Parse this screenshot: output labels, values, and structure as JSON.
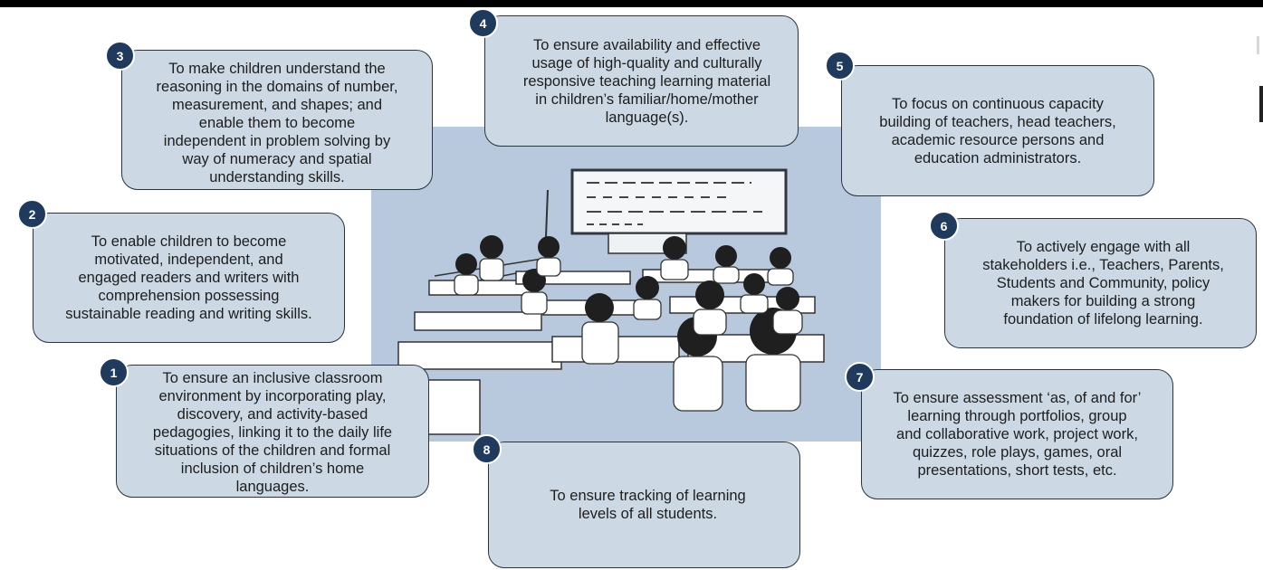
{
  "goals": [
    {
      "number": "1",
      "text": "To ensure an inclusive classroom\nenvironment by incorporating play,\ndiscovery, and activity-based\npedagogies, linking it to the daily life\nsituations of the children and formal\ninclusion of children’s home\nlanguages."
    },
    {
      "number": "2",
      "text": "To enable children to become\nmotivated, independent, and\nengaged readers and writers with\ncomprehension possessing\nsustainable reading and writing skills."
    },
    {
      "number": "3",
      "text": "To make children understand the\nreasoning in the domains of number,\nmeasurement, and shapes; and\nenable them to become\nindependent in problem solving by\nway of numeracy and spatial\nunderstanding skills."
    },
    {
      "number": "4",
      "text": "To ensure availability and effective\nusage of high-quality and culturally\nresponsive teaching learning material\nin children’s familiar/home/mother\nlanguage(s)."
    },
    {
      "number": "5",
      "text": "To focus on continuous capacity\nbuilding of teachers, head teachers,\nacademic resource persons and\neducation administrators."
    },
    {
      "number": "6",
      "text": "To actively engage with all\nstakeholders i.e., Teachers, Parents,\nStudents and Community, policy\nmakers for building a strong\nfoundation of lifelong learning."
    },
    {
      "number": "7",
      "text": "To ensure assessment ‘as, of and for’\nlearning through portfolios, group\nand collaborative work, project work,\nquizzes, role plays, games, oral\npresentations, short tests, etc."
    },
    {
      "number": "8",
      "text": "To ensure tracking of learning\nlevels of all students."
    }
  ],
  "colors": {
    "box_fill": "#ccd9e5",
    "box_border": "#2a3340",
    "badge_fill": "#1f3a5c",
    "scene_background": "#b8c9de"
  }
}
